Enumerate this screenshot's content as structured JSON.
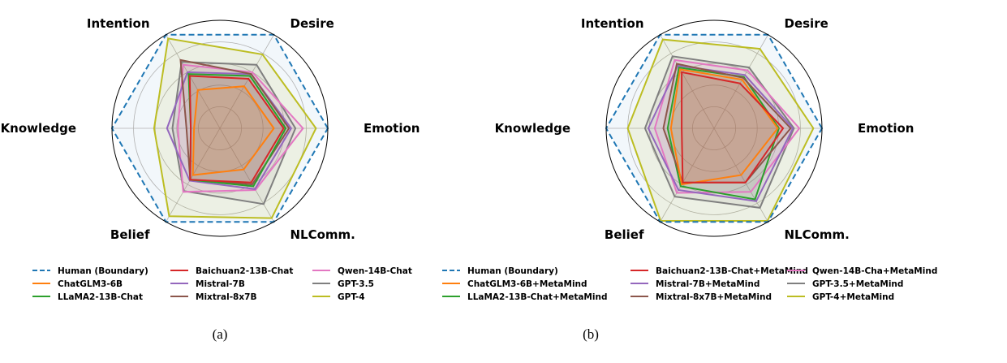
{
  "chart_data": [
    {
      "type": "radar",
      "panel": "a",
      "caption": "(a)",
      "axes": [
        "Emotion",
        "Desire",
        "Intention",
        "Knowledge",
        "Belief",
        "NLComm."
      ],
      "rlim": [
        0,
        1
      ],
      "grid": true,
      "grid_levels": [
        0.2,
        0.4,
        0.6,
        0.8,
        1.0
      ],
      "legend_position": "bottom",
      "legend_columns": 3,
      "series": [
        {
          "name": "Human (Boundary)",
          "color": "#1f77b4",
          "style": "dashed",
          "values": [
            1.0,
            1.0,
            1.0,
            1.0,
            1.0,
            1.0
          ]
        },
        {
          "name": "ChatGLM3-6B",
          "color": "#ff7f0e",
          "style": "solid",
          "values": [
            0.5,
            0.45,
            0.41,
            0.24,
            0.5,
            0.44
          ]
        },
        {
          "name": "LLaMA2-13B-Chat",
          "color": "#2ca02c",
          "style": "solid",
          "values": [
            0.61,
            0.56,
            0.58,
            0.27,
            0.55,
            0.62
          ]
        },
        {
          "name": "Baichuan2-13B-Chat",
          "color": "#d62728",
          "style": "solid",
          "values": [
            0.59,
            0.53,
            0.56,
            0.27,
            0.55,
            0.58
          ]
        },
        {
          "name": "Mistral-7B",
          "color": "#9467bd",
          "style": "solid",
          "values": [
            0.66,
            0.58,
            0.6,
            0.49,
            0.56,
            0.65
          ]
        },
        {
          "name": "Mixtral-8x7B",
          "color": "#8c564b",
          "style": "solid",
          "values": [
            0.64,
            0.58,
            0.73,
            0.31,
            0.55,
            0.6
          ]
        },
        {
          "name": "Qwen-14B-Chat",
          "color": "#e377c2",
          "style": "solid",
          "values": [
            0.77,
            0.6,
            0.68,
            0.39,
            0.68,
            0.66
          ]
        },
        {
          "name": "GPT-3.5",
          "color": "#7f7f7f",
          "style": "solid",
          "values": [
            0.7,
            0.68,
            0.71,
            0.44,
            0.67,
            0.81
          ]
        },
        {
          "name": "GPT-4",
          "color": "#bcbd22",
          "style": "solid",
          "values": [
            0.89,
            0.79,
            0.96,
            0.61,
            0.94,
            0.96
          ]
        }
      ]
    },
    {
      "type": "radar",
      "panel": "b",
      "caption": "(b)",
      "axes": [
        "Emotion",
        "Desire",
        "Intention",
        "Knowledge",
        "Belief",
        "NLComm."
      ],
      "rlim": [
        0,
        1
      ],
      "grid": true,
      "grid_levels": [
        0.2,
        0.4,
        0.6,
        0.8,
        1.0
      ],
      "legend_position": "bottom",
      "legend_columns": 3,
      "series": [
        {
          "name": "Human (Boundary)",
          "color": "#1f77b4",
          "style": "dashed",
          "values": [
            1.0,
            1.0,
            1.0,
            1.0,
            1.0,
            1.0
          ]
        },
        {
          "name": "ChatGLM3-6B+MetaMind",
          "color": "#ff7f0e",
          "style": "solid",
          "values": [
            0.59,
            0.52,
            0.63,
            0.4,
            0.6,
            0.5
          ]
        },
        {
          "name": "LLaMA2-13B-Chat+MetaMind",
          "color": "#2ca02c",
          "style": "solid",
          "values": [
            0.6,
            0.55,
            0.65,
            0.43,
            0.62,
            0.76
          ]
        },
        {
          "name": "Baichuan2-13B-Chat+MetaMind",
          "color": "#d62728",
          "style": "solid",
          "values": [
            0.64,
            0.48,
            0.6,
            0.3,
            0.58,
            0.58
          ]
        },
        {
          "name": "Mistral-7B+MetaMind",
          "color": "#9467bd",
          "style": "solid",
          "values": [
            0.73,
            0.57,
            0.67,
            0.61,
            0.66,
            0.78
          ]
        },
        {
          "name": "Mixtral-8x7B+MetaMind",
          "color": "#8c564b",
          "style": "solid",
          "values": [
            0.71,
            0.54,
            0.69,
            0.47,
            0.58,
            0.58
          ]
        },
        {
          "name": "Qwen-14B-Cha+MetaMind",
          "color": "#e377c2",
          "style": "solid",
          "values": [
            0.79,
            0.62,
            0.73,
            0.55,
            0.69,
            0.68
          ]
        },
        {
          "name": "GPT-3.5+MetaMind",
          "color": "#7f7f7f",
          "style": "solid",
          "values": [
            0.74,
            0.65,
            0.77,
            0.64,
            0.73,
            0.85
          ]
        },
        {
          "name": "GPT-4+MetaMind",
          "color": "#bcbd22",
          "style": "solid",
          "values": [
            0.92,
            0.85,
            0.95,
            0.8,
            0.99,
            0.99
          ]
        }
      ]
    }
  ]
}
